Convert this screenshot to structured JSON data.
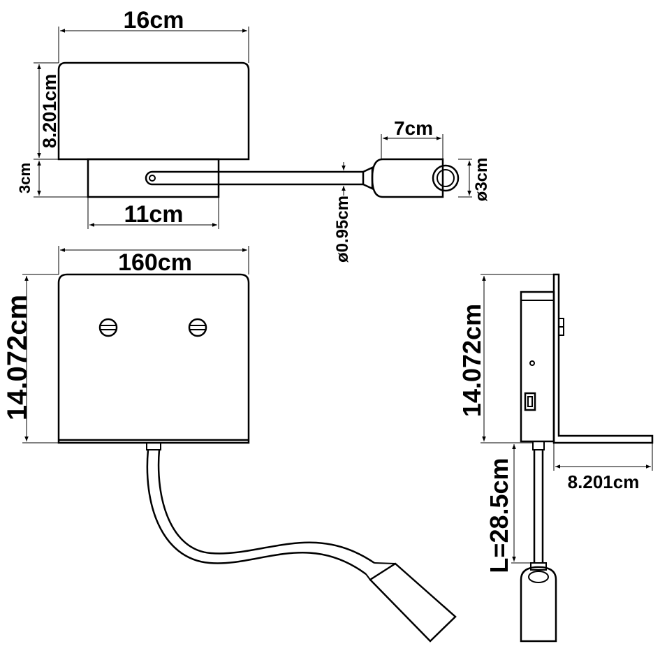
{
  "dimensions": {
    "top_width": "16cm",
    "top_height": "8.201cm",
    "base_height": "3cm",
    "base_width": "11cm",
    "head_length": "7cm",
    "head_diameter": "ø3cm",
    "arm_diameter": "ø0.95cm",
    "front_width": "160cm",
    "front_height": "14.072cm",
    "side_height": "14.072cm",
    "side_depth": "8.201cm",
    "arm_length": "L=28.5cm"
  }
}
